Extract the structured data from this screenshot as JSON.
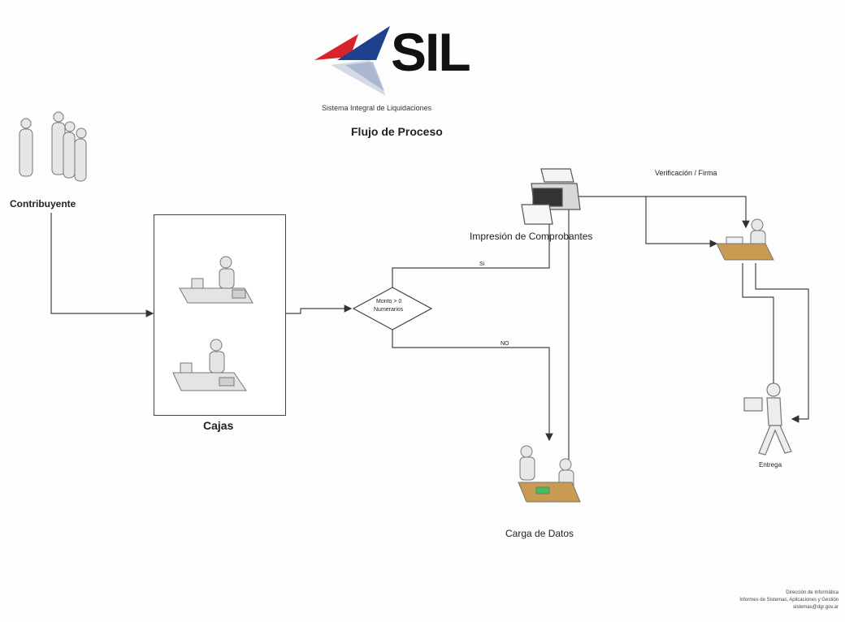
{
  "logo": {
    "brand": "SIL",
    "tagline": "Sistema Integral de Liquidaciones",
    "colors": {
      "red": "#d8232a",
      "blue": "#1f3f8f",
      "dark": "#111111"
    }
  },
  "diagram": {
    "title": "Flujo de Proceso",
    "nodes": {
      "contribuyente": "Contribuyente",
      "cajas": "Cajas",
      "decision": [
        "Monto > 0",
        "Numerarios"
      ],
      "impresion": "Impresión de Comprobantes",
      "verificacion": "Verificación / Firma",
      "carga": "Carga de Datos",
      "entrega": "Entrega"
    },
    "edge_labels": {
      "si": "Si",
      "no": "NO"
    }
  },
  "footer": {
    "lines": [
      "Dirección de Informática",
      "Informes de Sistemas, Aplicaciones y Gestión",
      "sistemas@dgr.gov.ar"
    ]
  }
}
